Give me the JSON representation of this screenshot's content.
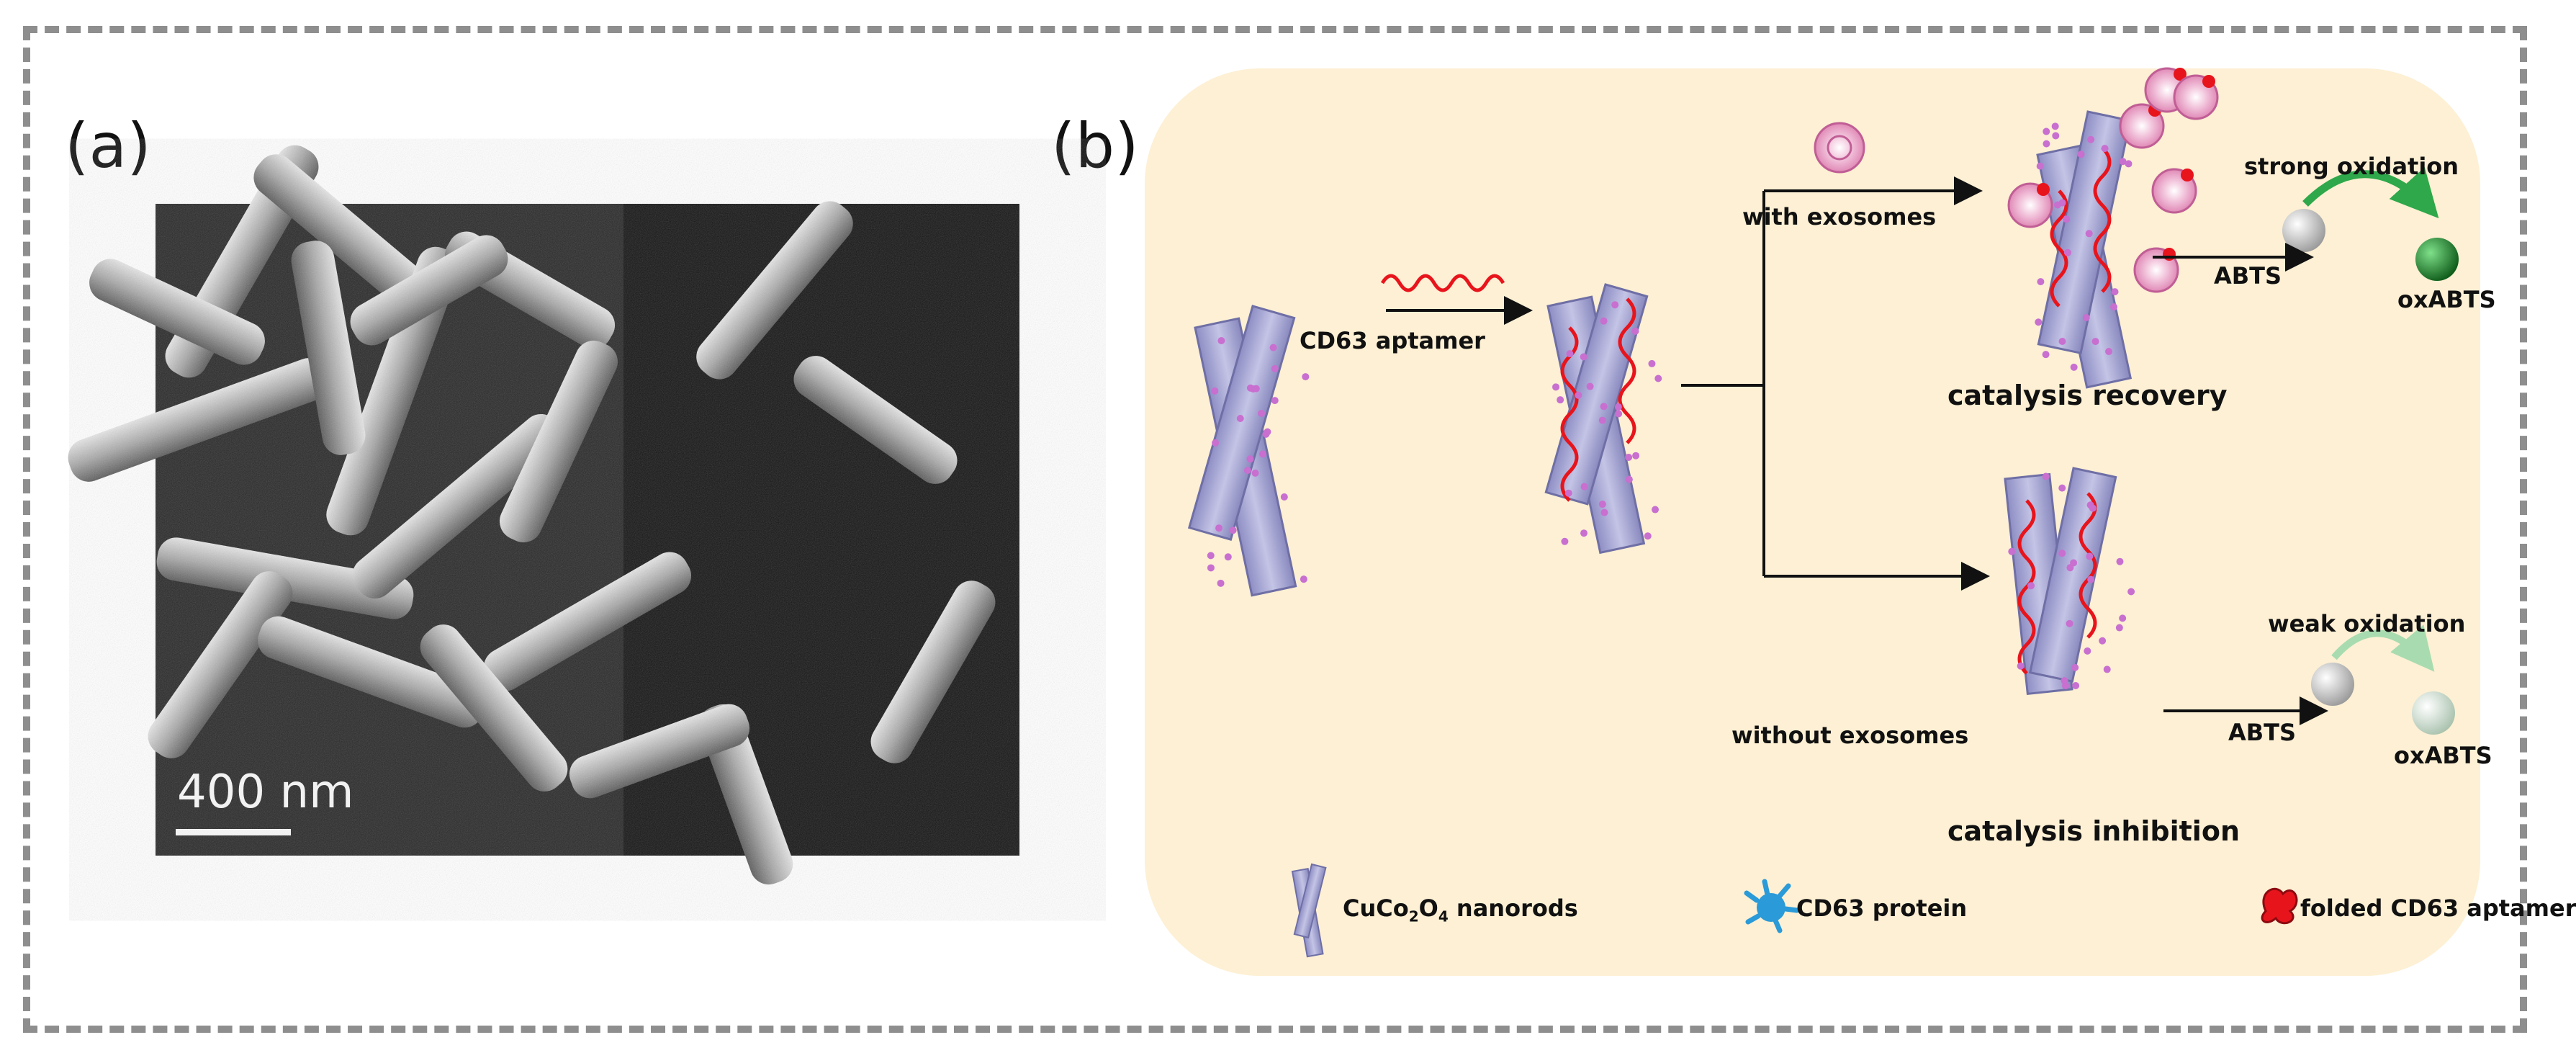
{
  "panels": {
    "a_label": "(a)",
    "b_label": "(b)"
  },
  "micrograph": {
    "scale_label": "400 nm"
  },
  "schematic": {
    "step1_label": "CD63 aptamer",
    "branch_top_label": "with exosomes",
    "branch_bottom_label": "without exosomes",
    "result_top_label": "catalysis recovery",
    "result_bottom_label": "catalysis inhibition",
    "top_substrate": "ABTS",
    "top_product": "oxABTS",
    "top_oxidation": "strong oxidation",
    "bottom_substrate": "ABTS",
    "bottom_product": "oxABTS",
    "bottom_oxidation": "weak oxidation"
  },
  "legend": {
    "nanorods_label": "CuCo",
    "nanorods_sub1": "2",
    "nanorods_mid": "O",
    "nanorods_sub2": "4",
    "nanorods_suffix": " nanorods",
    "protein_label": "CD63 protein",
    "aptamer_label": "folded CD63 aptamer"
  },
  "colors": {
    "background_panel": "#fdf0d4",
    "nanorod": "#a9a9d6",
    "aptamer": "#e8141c",
    "strong_arrow": "#2ea84a",
    "weak_arrow": "#a8dcb0",
    "oxabts_strong": "#1b8a2a",
    "oxabts_weak": "#d8e8dc"
  }
}
